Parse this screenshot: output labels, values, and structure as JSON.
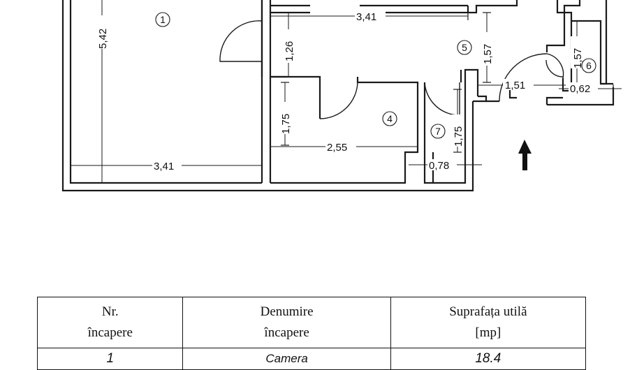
{
  "plan": {
    "dimensions": {
      "room1_height": "5,42",
      "room1_width": "3,41",
      "corridor_width": "3,41",
      "corridor_height": "1,26",
      "room5_height": "1,57",
      "room6_height": "1,57",
      "room5_door_width": "1,51",
      "room6_width": "0,62",
      "room4_height": "1,75",
      "room4_width": "2,55",
      "room7_height": "1,75",
      "room7_width": "0,78"
    },
    "rooms": {
      "r1": "1",
      "r4": "4",
      "r5": "5",
      "r6": "6",
      "r7": "7"
    },
    "icons": {
      "north": "north-arrow-icon"
    }
  },
  "table": {
    "headers": {
      "nr_line1": "Nr.",
      "nr_line2": "încapere",
      "name_line1": "Denumire",
      "name_line2": "încapere",
      "area_line1": "Suprafața utilă",
      "area_line2": "[mp]"
    },
    "rows": [
      {
        "nr": "1",
        "name": "Camera",
        "area": "18.4"
      }
    ]
  }
}
